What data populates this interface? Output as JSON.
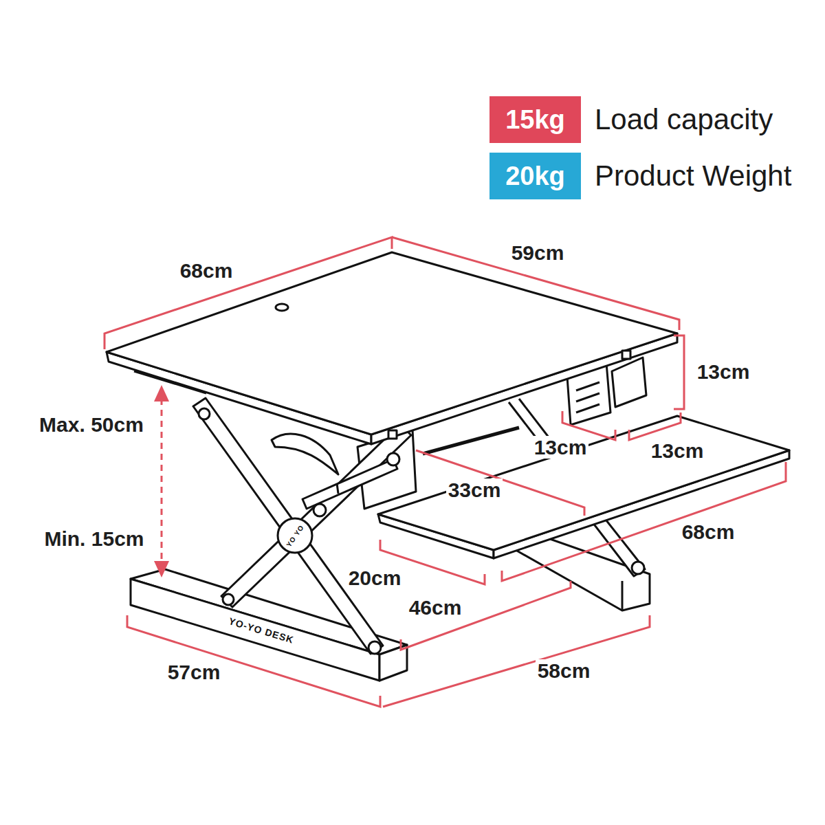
{
  "diagram": {
    "nodes": [
      {
        "text": [
          "15kg",
          "Load capacity"
        ]
      },
      {
        "text": [
          "20kg",
          "Product Weight"
        ]
      }
    ],
    "labels": [
      "68cm",
      "59cm",
      "13cm",
      "Max. 50cm",
      "13cm",
      "13cm",
      "33cm",
      "Min. 15cm",
      "68cm",
      "20cm",
      "46cm",
      "57cm",
      "58cm",
      "YO-YO DESK",
      "YO YO"
    ]
  }
}
